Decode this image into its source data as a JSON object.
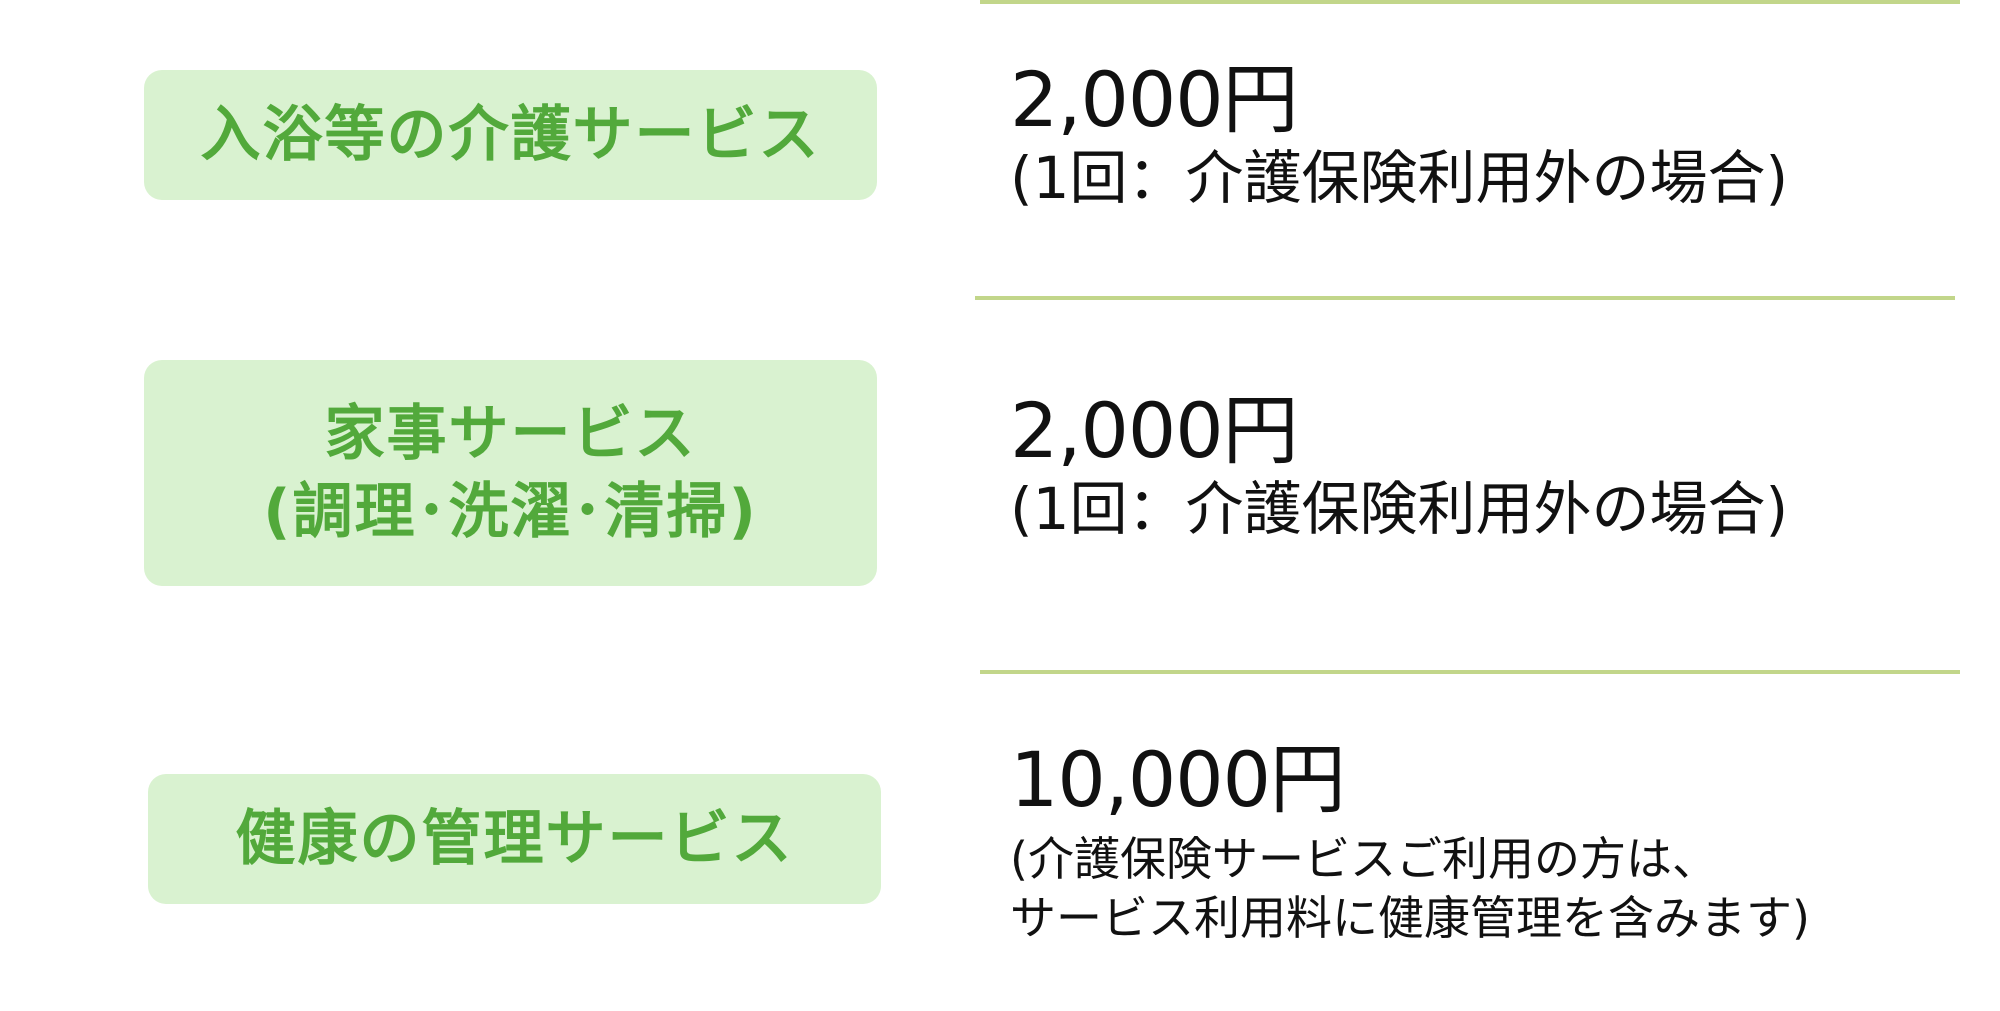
{
  "colors": {
    "label_bg": "#d9f2d0",
    "label_text": "#52a93b",
    "divider": "#c2d68a",
    "price_text": "#111111"
  },
  "rows": [
    {
      "label_lines": [
        "入浴等の介護サービス"
      ],
      "price": "2,000円",
      "note_lines": [
        "(1回：介護保険利用外の場合)"
      ]
    },
    {
      "label_lines": [
        "家事サービス",
        "(調理･洗濯･清掃)"
      ],
      "price": "2,000円",
      "note_lines": [
        "(1回：介護保険利用外の場合)"
      ]
    },
    {
      "label_lines": [
        "健康の管理サービス"
      ],
      "price": "10,000円",
      "note_lines": [
        "(介護保険サービスご利用の方は、",
        "サービス利用料に健康管理を含みます)"
      ]
    }
  ]
}
